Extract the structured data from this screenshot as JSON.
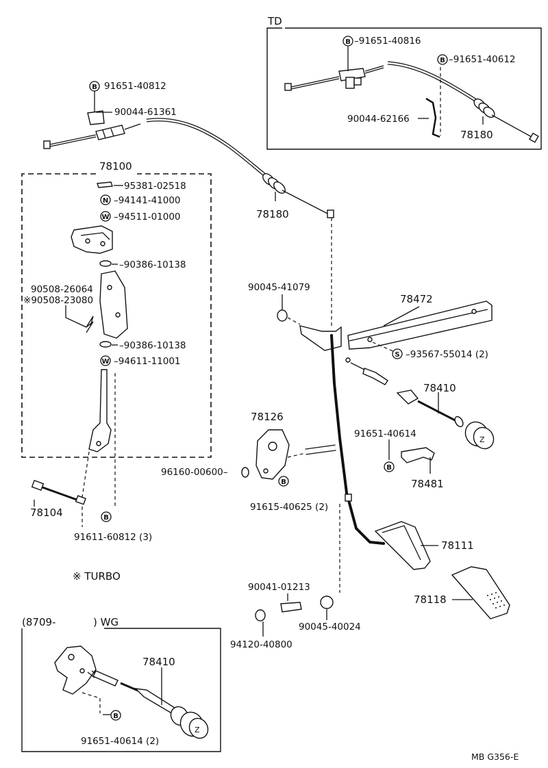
{
  "sections": {
    "td": "TD",
    "group_78100": "78100",
    "turbo": "TURBO",
    "wg_left": "(8709-",
    "wg_right": ") WG"
  },
  "turbo_mark": "※",
  "symbols": {
    "b": "B",
    "n": "N",
    "w": "W",
    "s": "S"
  },
  "labels": {
    "td_b1": "91651-40816",
    "td_b2": "91651-40612",
    "td_clip": "90044-62166",
    "td_cable": "78180",
    "top_b": "91651-40812",
    "top_clip": "90044-61361",
    "cable_78180": "78180",
    "lnk_1": "95381-02518",
    "lnk_2": "94141-41000",
    "lnk_3": "94511-01000",
    "lnk_4": "90386-10138",
    "lnk_5": "90508-26064",
    "lnk_6": "90508-23080",
    "lnk_7": "90386-10138",
    "lnk_8": "94611-11001",
    "rod": "78104",
    "rod_b": "91611-60812 (3)",
    "stop_bolt": "90045-41079",
    "bracket": "78472",
    "bracket_s": "93567-55014 (2)",
    "knob": "78410",
    "knob_b": "91651-40614",
    "knob_bracket": "78481",
    "pedal_bracket": "78126",
    "cushion": "96160-00600",
    "pedal_b": "91615-40625 (2)",
    "pedal": "78111",
    "pad": "78118",
    "screw": "90041-01213",
    "stopper": "90045-40024",
    "nut": "94120-40800",
    "wg_knob": "78410",
    "wg_b": "91651-40614 (2)",
    "footer": "MB G356-E"
  }
}
